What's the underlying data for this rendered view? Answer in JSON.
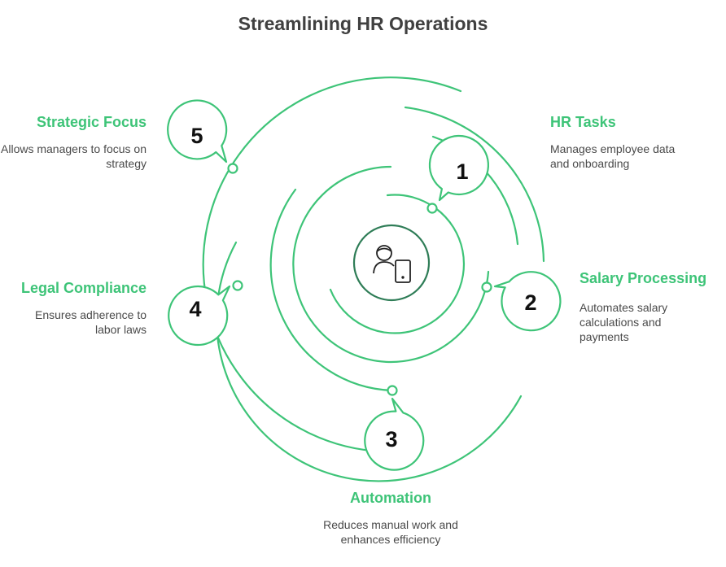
{
  "title": "Streamlining HR Operations",
  "colors": {
    "accent": "#3ec478",
    "center_ring": "#2f7d57",
    "text": "#404040"
  },
  "center_icon": "user-with-tablet-icon",
  "steps": [
    {
      "number": "1",
      "title": "HR Tasks",
      "description": "Manages employee data and onboarding"
    },
    {
      "number": "2",
      "title": "Salary Processing",
      "description": "Automates salary calculations and payments"
    },
    {
      "number": "3",
      "title": "Automation",
      "description": "Reduces manual work and enhances efficiency"
    },
    {
      "number": "4",
      "title": "Legal Compliance",
      "description": "Ensures adherence to labor laws"
    },
    {
      "number": "5",
      "title": "Strategic Focus",
      "description": "Allows managers to focus on strategy"
    }
  ]
}
